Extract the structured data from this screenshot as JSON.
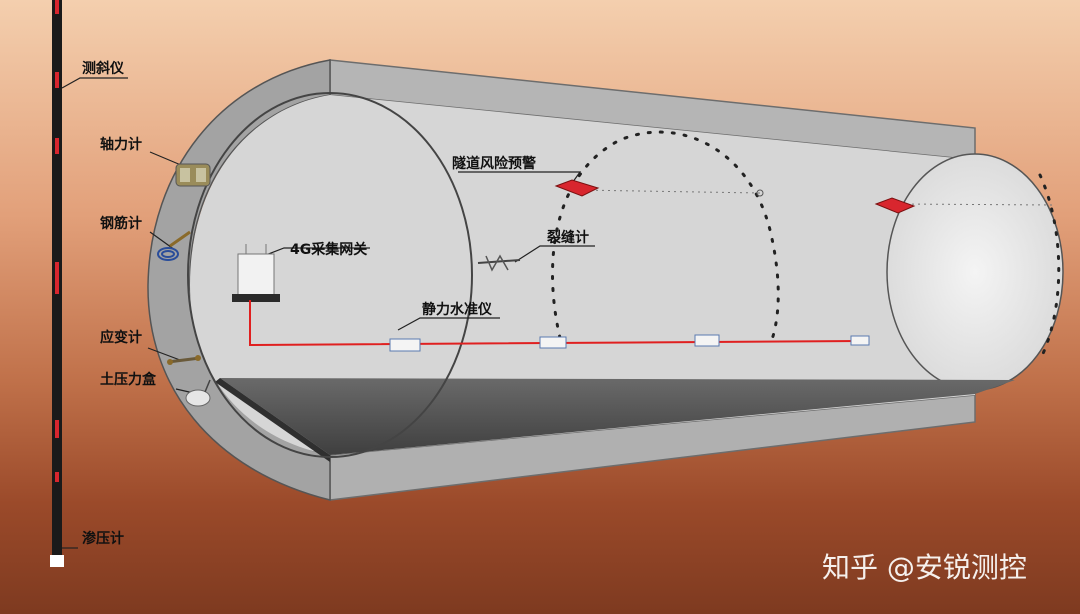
{
  "labels": {
    "inclinometer": "测斜仪",
    "axial_force_meter": "轴力计",
    "rebar_meter": "钢筋计",
    "strain_gauge": "应变计",
    "earth_pressure_cell": "土压力盒",
    "piezometer": "渗压计",
    "gateway_4g": "4G采集网关",
    "crack_meter": "裂缝计",
    "static_level": "静力水准仪",
    "tunnel_risk_warning": "隧道风险预警"
  },
  "watermark": "知乎 @安锐测控",
  "colors": {
    "background_top": "#f2c7a4",
    "background_bottom": "#8a3e22",
    "tunnel_concrete": "#9a9a9a",
    "tunnel_inner": "#d8d8d8",
    "cable": "#e02020",
    "warning_device": "#d8262e",
    "inclinometer_pipe": "#1a1a1a",
    "inclinometer_mark": "#d8262e"
  }
}
